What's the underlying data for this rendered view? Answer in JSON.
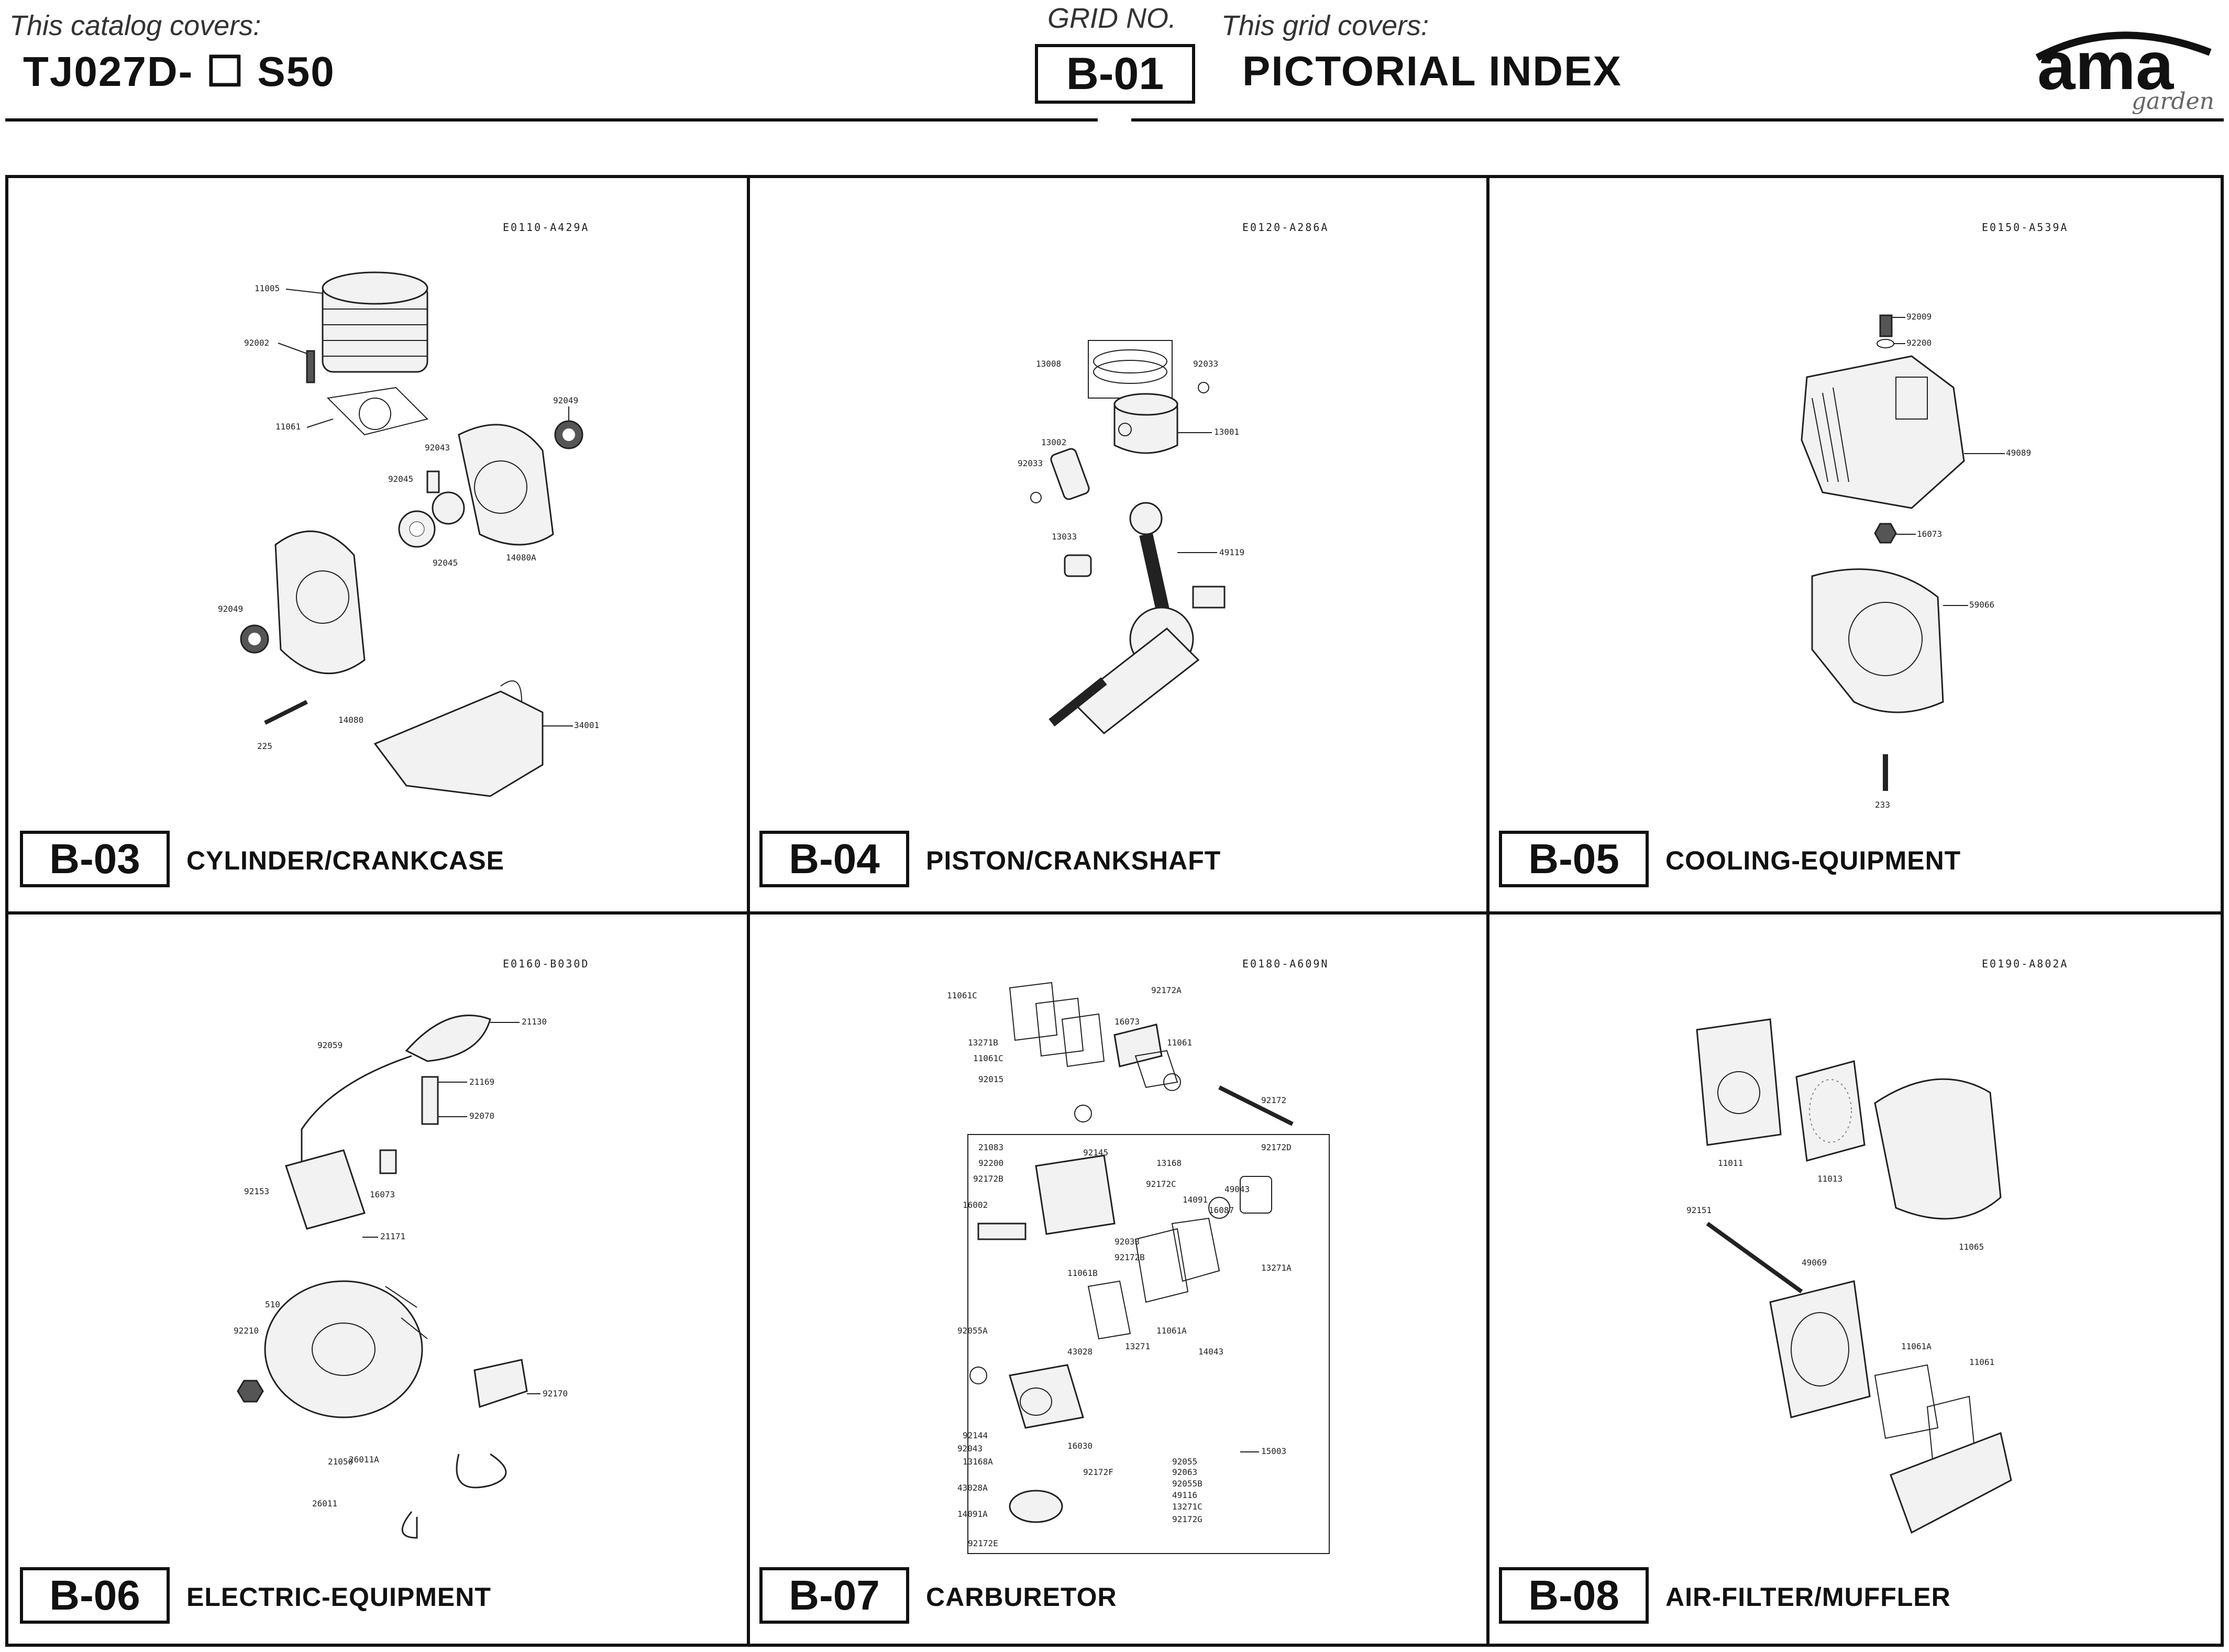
{
  "header": {
    "catalog_label": "This catalog covers:",
    "catalog_model": "TJ027D- ☐ S50",
    "grid_label": "GRID NO.",
    "grid_no": "B-01",
    "grid_covers_label": "This grid covers:",
    "grid_title": "PICTORIAL INDEX",
    "logo_text": "ama",
    "logo_sub": "garden"
  },
  "panels": [
    {
      "code": "E0110-A429A",
      "badge": "B-03",
      "caption": "CYLINDER/CRANKCASE",
      "parts": [
        "11005",
        "92002",
        "11061",
        "92049",
        "92043",
        "92045",
        "92045",
        "14080A",
        "92049",
        "225",
        "14080",
        "34001"
      ]
    },
    {
      "code": "E0120-A286A",
      "badge": "B-04",
      "caption": "PISTON/CRANKSHAFT",
      "parts": [
        "13008",
        "92033",
        "13002",
        "13001",
        "92033",
        "13033",
        "49119"
      ]
    },
    {
      "code": "E0150-A539A",
      "badge": "B-05",
      "caption": "COOLING-EQUIPMENT",
      "parts": [
        "92009",
        "92200",
        "49089",
        "16073",
        "59066",
        "233"
      ]
    },
    {
      "code": "E0160-B030D",
      "badge": "B-06",
      "caption": "ELECTRIC-EQUIPMENT",
      "parts": [
        "21130",
        "92059",
        "21169",
        "92070",
        "92153",
        "16073",
        "21171",
        "510",
        "92210",
        "21050",
        "92170",
        "26011A",
        "26011"
      ]
    },
    {
      "code": "E0180-A609N",
      "badge": "B-07",
      "caption": "CARBURETOR",
      "parts": [
        "11061C",
        "92172A",
        "16073",
        "13271B",
        "11061",
        "11061C",
        "92015",
        "92172",
        "21083",
        "92145",
        "13168",
        "92200",
        "92172D",
        "92172B",
        "92172C",
        "14091",
        "49043",
        "16087",
        "16002",
        "92033",
        "92172B",
        "11061B",
        "13271A",
        "92055A",
        "11061A",
        "43028",
        "13271",
        "14043",
        "92144",
        "16030",
        "92043",
        "13168A",
        "92172F",
        "92055",
        "92063",
        "92055B",
        "49116",
        "13271C",
        "92172G",
        "43028A",
        "14091A",
        "15003",
        "92172E"
      ]
    },
    {
      "code": "E0190-A802A",
      "badge": "B-08",
      "caption": "AIR-FILTER/MUFFLER",
      "parts": [
        "11011",
        "11013",
        "11065",
        "92151",
        "49069",
        "11061A",
        "11061"
      ]
    }
  ]
}
